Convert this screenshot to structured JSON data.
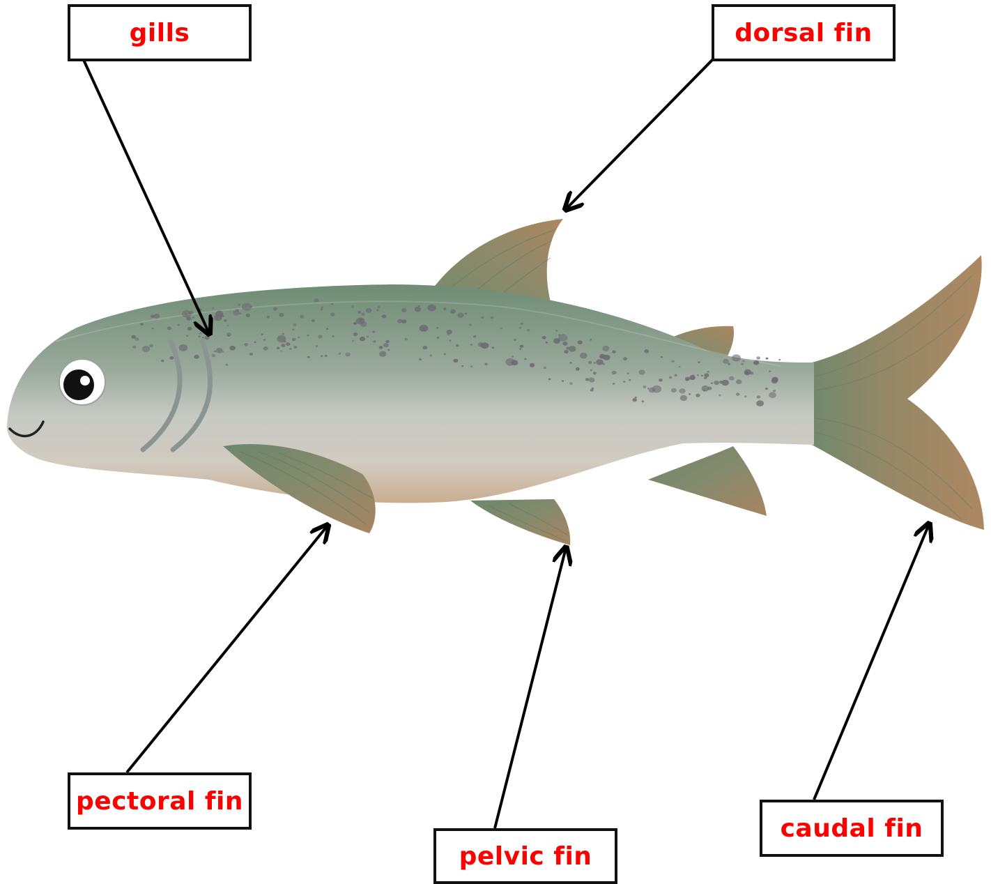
{
  "colors": {
    "label_text": "#ff0000",
    "label_border": "#111111",
    "arrow": "#000000",
    "body_back": "#6e8a74",
    "body_mid": "#b7bdb6",
    "body_belly": "#cbb49c",
    "fin_base": "#7a8f73",
    "fin_tip": "#a9845e",
    "spots": "#6c6a72"
  },
  "labels": {
    "gills": "gills",
    "dorsal_fin": "dorsal fin",
    "pectoral_fin": "pectoral fin",
    "pelvic_fin": "pelvic fin",
    "caudal_fin": "caudal fin"
  }
}
